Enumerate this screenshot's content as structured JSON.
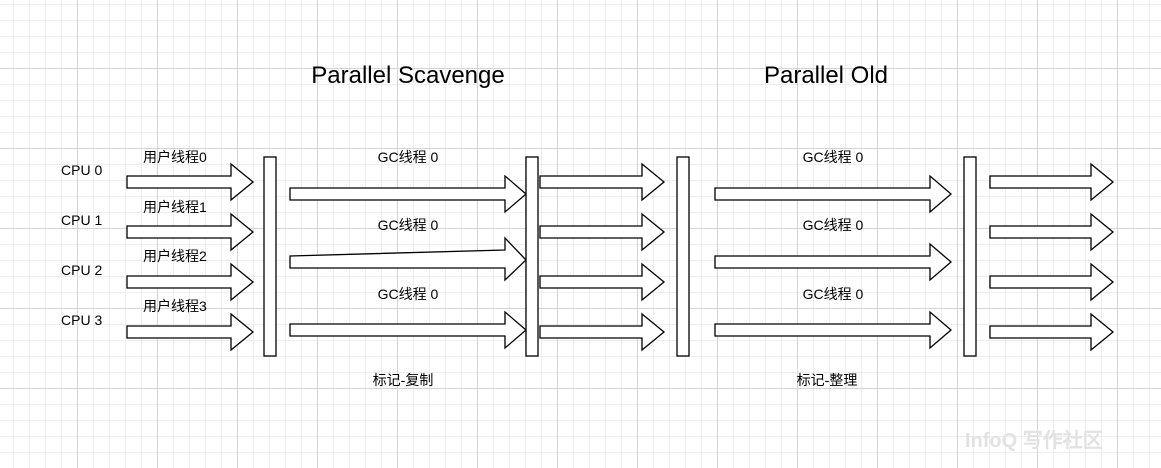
{
  "titles": {
    "young_collector": "Parallel Scavenge",
    "old_collector": "Parallel Old"
  },
  "cpus": [
    "CPU 0",
    "CPU 1",
    "CPU 2",
    "CPU 3"
  ],
  "user_threads": [
    "用户线程0",
    "用户线程1",
    "用户线程2",
    "用户线程3"
  ],
  "gc_threads_young": [
    "GC线程 0",
    "GC线程 0",
    "GC线程 0"
  ],
  "gc_threads_old": [
    "GC线程 0",
    "GC线程 0",
    "GC线程 0"
  ],
  "phase_young": "标记-复制",
  "phase_old": "标记-整理",
  "watermark": "InfoQ 写作社区"
}
